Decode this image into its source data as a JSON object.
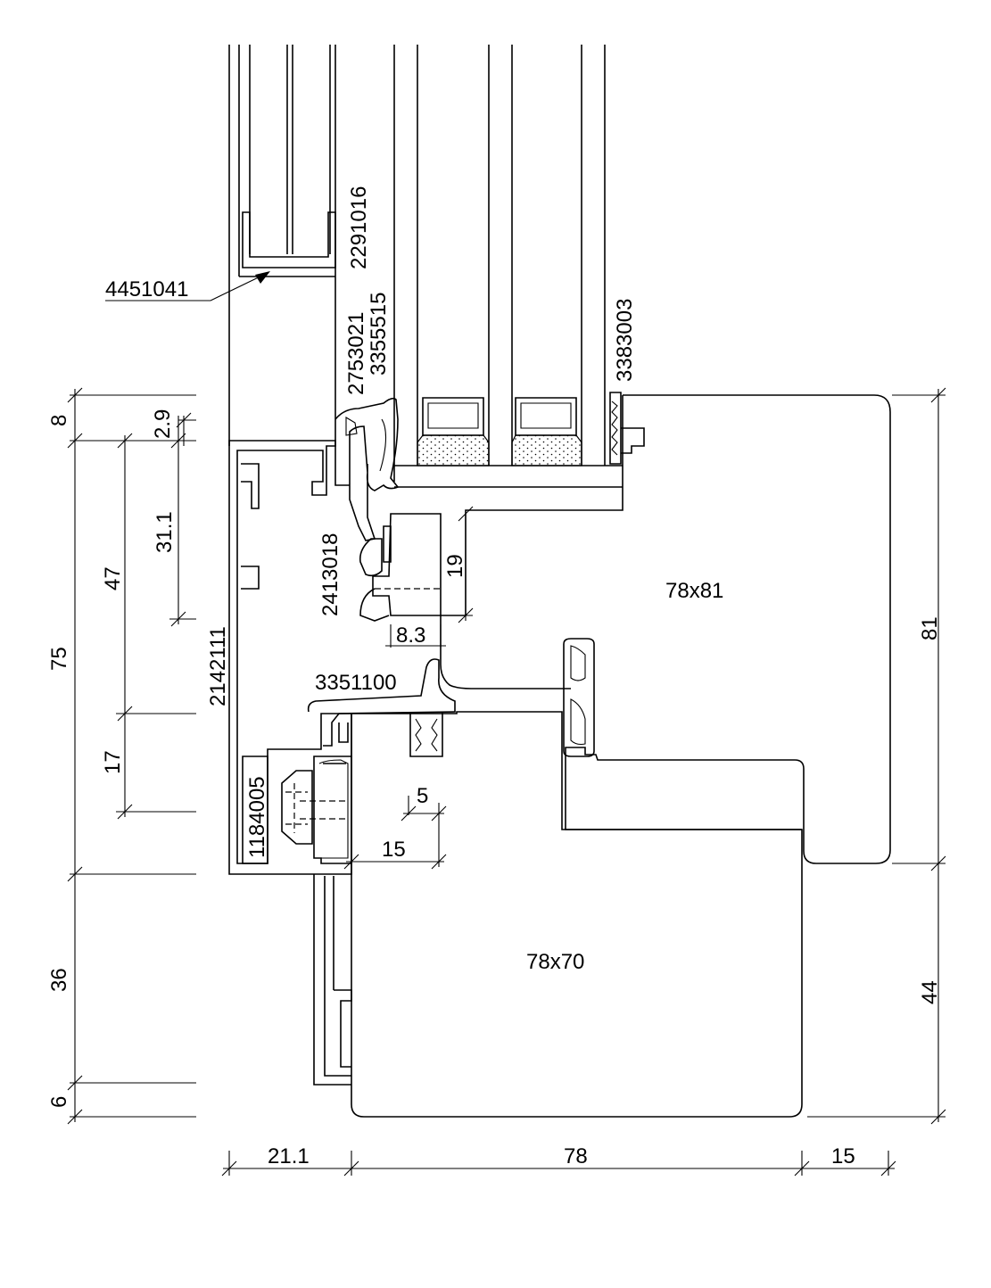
{
  "parts": {
    "p4451041": "4451041",
    "p2291016": "2291016",
    "p2753021": "2753021",
    "p3355515": "3355515",
    "p3383003": "3383003",
    "p2413018": "2413018",
    "p2142111": "2142111",
    "p3351100": "3351100",
    "p1184005": "1184005"
  },
  "sections": {
    "upper": "78x81",
    "lower": "78x70"
  },
  "dimensions": {
    "left": {
      "d8": "8",
      "d2_9": "2.9",
      "d31_1": "31.1",
      "d47": "47",
      "d75": "75",
      "d17": "17",
      "d36": "36",
      "d6": "6"
    },
    "right": {
      "d81": "81",
      "d44": "44"
    },
    "bottom": {
      "d21_1": "21.1",
      "d78": "78",
      "d15": "15"
    },
    "inner": {
      "d19": "19",
      "d8_3": "8.3",
      "d5": "5",
      "d15": "15"
    }
  }
}
